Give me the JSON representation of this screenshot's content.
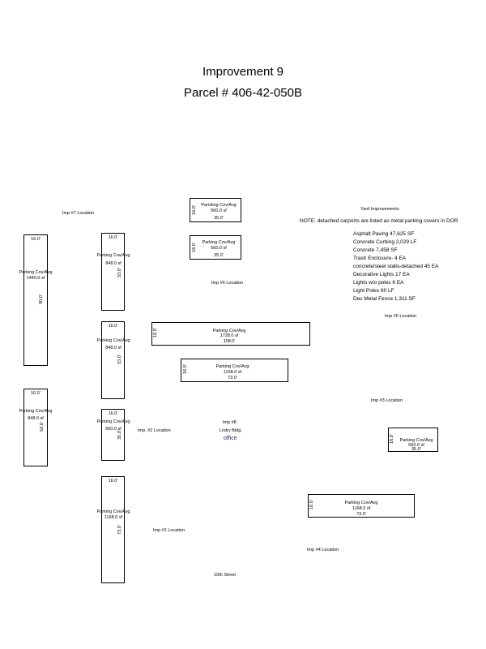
{
  "title": "Improvement 9",
  "parcel": "Parcel # 406-42-050B",
  "locations": {
    "imp7": "Imp #7 Location",
    "imp6": "Imp #6 Location",
    "imp5": "Imp #5 Location",
    "imp3": "Imp #3 Location",
    "imp2": "Imp. #2 Location",
    "imp1": "Imp #1 Location",
    "imp4": "Imp #4 Location",
    "street": "10th Street"
  },
  "center_bldg": {
    "imp": "Imp #8",
    "name": "Lndry Bldg.",
    "use": "office"
  },
  "yard": {
    "title": "Yard Improvements",
    "note": "NOTE: detached carports are listed as metal parking covers in DOR",
    "items": [
      "Asphalt Paving 47,625 SF",
      "Concrete Curbing 2,029 LF",
      "Concrete 7,458 SF",
      "Trash Enclosure- 4 EA",
      "concrete/steel stalls-detached 45 EA",
      "Decorative Lights 17 EA",
      "Lights w/o poles 6 EA",
      "Light Poles 60 LF",
      "Dec Metal Fence 1,311 SF"
    ]
  },
  "covers": [
    {
      "label": "Parcking Cov/Avg",
      "area": "560.0 sf",
      "dim_a": "35.0'",
      "dim_b": "16.0'"
    },
    {
      "label": "Parking Cov/Avg",
      "area": "560.0 sf",
      "dim_a": "35.0'",
      "dim_b": "16.0'"
    },
    {
      "label": "Parking Cov/Avg",
      "area": "1440.0 sf",
      "dim_a": "16.0'",
      "dim_b": "90.0'"
    },
    {
      "label": "Parking Cov/Avg",
      "area": "848.0 sf",
      "dim_a": "16.0'",
      "dim_b": "53.0'"
    },
    {
      "label": "Parking Cov/Avg",
      "area": "848.0 sf",
      "dim_a": "16.0'",
      "dim_b": "53.0'"
    },
    {
      "label": "Parking Cov/Avg",
      "area": "1728.0 sf",
      "dim_a": "108.0'",
      "dim_b": "16.0'"
    },
    {
      "label": "Parking Cov/Avg",
      "area": "1168.0 sf",
      "dim_a": "73.0'",
      "dim_b": "16.0'"
    },
    {
      "label": "Parking Cov/Avg",
      "area": "848.0 sf",
      "dim_a": "16.0'",
      "dim_b": "53.0'"
    },
    {
      "label": "Parking Cov/Avg",
      "area": "560.0 sf",
      "dim_a": "16.0'",
      "dim_b": "35.0'"
    },
    {
      "label": "Parking Cov/Avg",
      "area": "560.0 sf",
      "dim_a": "35.0'",
      "dim_b": "16.0'"
    },
    {
      "label": "Parking Cov/Avg",
      "area": "1168.0 sf",
      "dim_a": "16.0'",
      "dim_b": "73.0'"
    },
    {
      "label": "Parking Cov/Avg",
      "area": "1168.0 sf",
      "dim_a": "73.0'",
      "dim_b": "16.0'"
    }
  ]
}
